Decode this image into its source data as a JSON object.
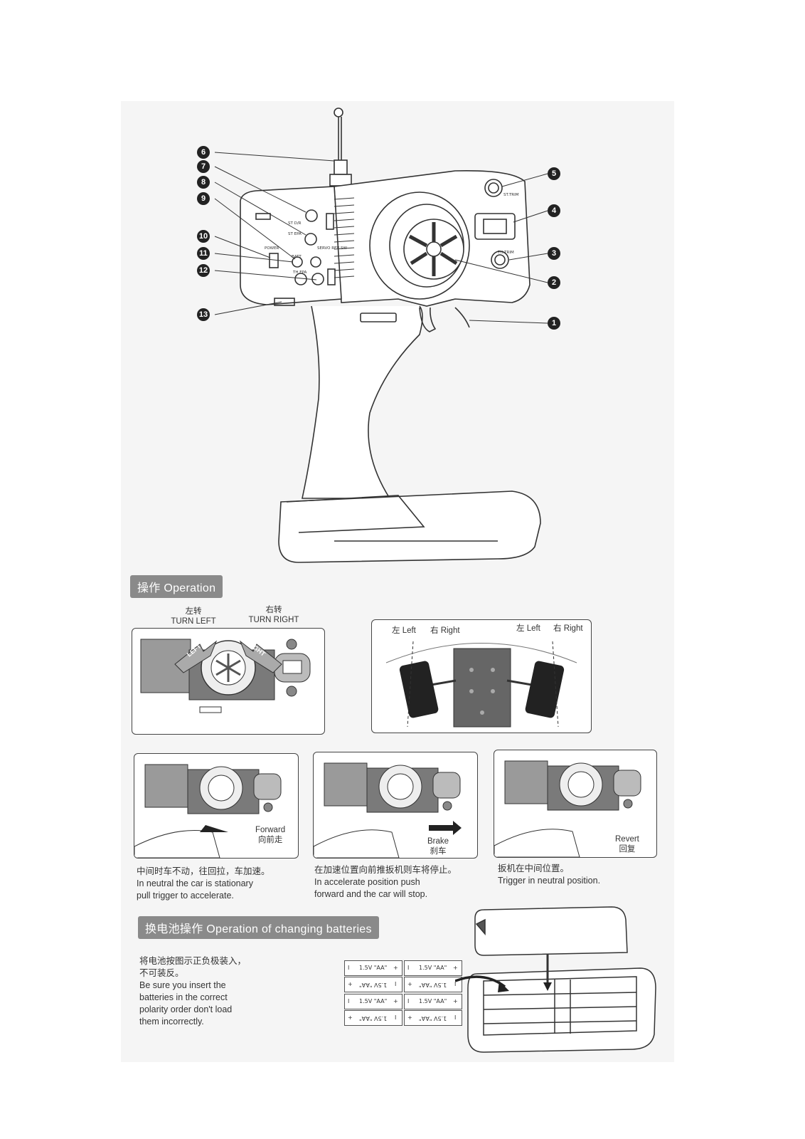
{
  "diagram": {
    "callouts": [
      "1",
      "2",
      "3",
      "4",
      "5",
      "6",
      "7",
      "8",
      "9",
      "10",
      "11",
      "12",
      "13"
    ],
    "panel_labels": {
      "st_dr": "ST D/R",
      "st_epa": "ST EPA",
      "power": "POWER",
      "batt": "BATT",
      "servo_rev_sw": "SERVO REV SW",
      "th_epa": "TH EPA",
      "st_trim": "ST.TRIM",
      "th_trim": "TH.TRIM"
    }
  },
  "operation": {
    "banner": "操作 Operation",
    "turn_left_cn": "左转",
    "turn_left_en": "TURN LEFT",
    "turn_right_cn": "右转",
    "turn_right_en": "TURN RIGHT",
    "arrow_left": "LEFT",
    "arrow_right": "RIGHT",
    "car_left_1": "左 Left",
    "car_right_1": "右 Right",
    "car_left_2": "左 Left",
    "car_right_2": "右 Right",
    "forward_en": "Forward",
    "forward_cn": "向前走",
    "brake_en": "Brake",
    "brake_cn": "刹车",
    "revert_en": "Revert",
    "revert_cn": "回复",
    "caption1_cn": "中间时车不动，往回拉，车加速。",
    "caption1_en_1": "In neutral the car is stationary",
    "caption1_en_2": "pull trigger to accelerate.",
    "caption2_cn": "在加速位置向前推扳机则车将停止。",
    "caption2_en_1": "In accelerate position push",
    "caption2_en_2": "forward and the car will stop.",
    "caption3_cn": "扳机在中间位置。",
    "caption3_en": "Trigger in neutral position."
  },
  "batteries": {
    "banner": "换电池操作 Operation of changing batteries",
    "text_cn_1": "将电池按图示正负极装入，",
    "text_cn_2": "不可装反。",
    "text_en_1": "Be sure you insert the",
    "text_en_2": "batteries in the correct",
    "text_en_3": "polarity order don't load",
    "text_en_4": "them incorrectly.",
    "cell_label": "1.5V \"AA\""
  }
}
